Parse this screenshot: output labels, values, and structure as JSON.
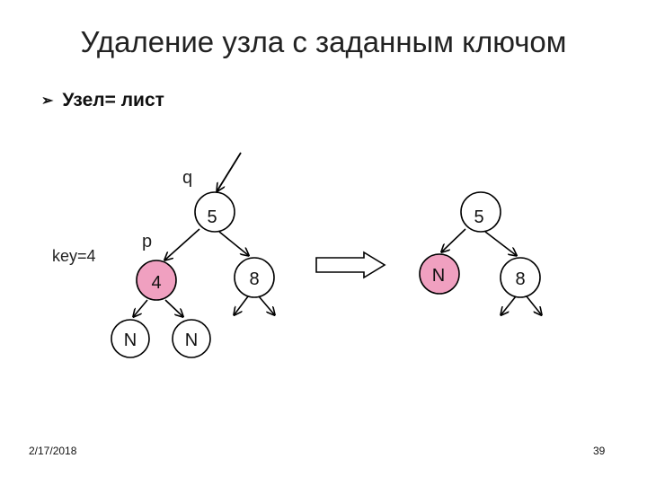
{
  "slide": {
    "title": "Удаление узла с заданным ключом",
    "bullet": "Узел= лист",
    "date": "2/17/2018",
    "page_number": "39"
  },
  "diagram": {
    "before": {
      "pointer_q": "q",
      "pointer_p": "p",
      "key_label": "key=4",
      "root": "5",
      "left": "4",
      "right": "8",
      "left_left": "N",
      "left_right": "N"
    },
    "after": {
      "root": "5",
      "left": "N",
      "right": "8"
    },
    "colors": {
      "highlight_fill": "#f0a0c0",
      "stroke": "#000000",
      "arrow_fill": "#ffffff"
    }
  }
}
